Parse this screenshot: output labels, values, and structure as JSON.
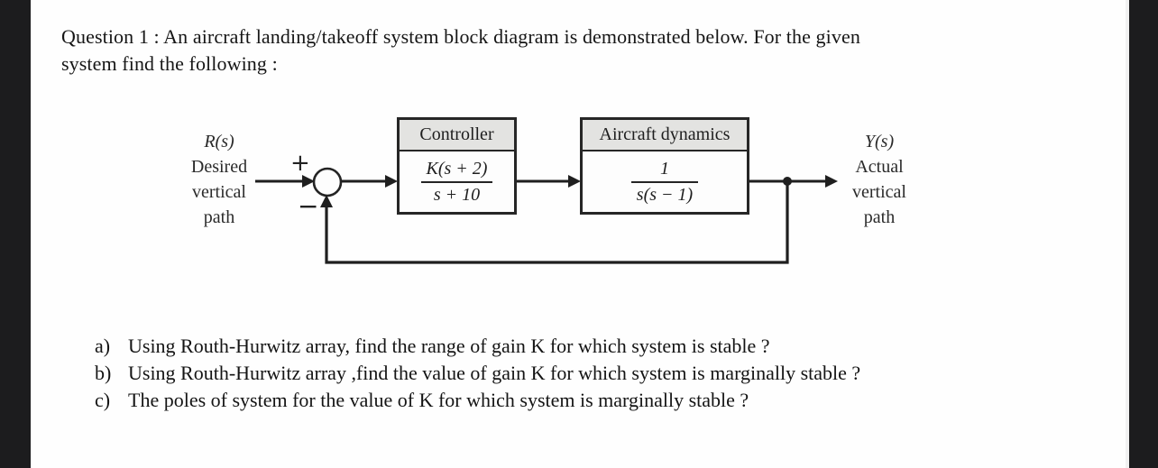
{
  "question": {
    "line1": "Question 1 :  An aircraft landing/takeoff system block diagram is demonstrated below. For the given",
    "line2": "system find the following :"
  },
  "diagram": {
    "input_label": {
      "symbol": "R(s)",
      "line1": "Desired",
      "line2": "vertical",
      "line3": "path"
    },
    "output_label": {
      "symbol": "Y(s)",
      "line1": "Actual",
      "line2": "vertical",
      "line3": "path"
    },
    "summing_junction": {
      "plus": "+",
      "minus": "−"
    },
    "blocks": [
      {
        "title": "Controller",
        "numerator": "K(s + 2)",
        "denominator": "s + 10"
      },
      {
        "title": "Aircraft dynamics",
        "numerator": "1",
        "denominator": "s(s − 1)"
      }
    ]
  },
  "subquestions": [
    {
      "label": "a)",
      "text": "Using Routh-Hurwitz array, find the range of gain K for which system is stable ?"
    },
    {
      "label": "b)",
      "text": "Using Routh-Hurwitz array ,find the value of gain K for which system is marginally stable ?"
    },
    {
      "label": "c)",
      "text": "The poles of system for the value of K for which system is marginally stable ?"
    }
  ],
  "colors": {
    "side_bar": "#1c1c1e",
    "line": "#1f1f1f",
    "block_header_fill": "#e3e3e1",
    "background": "#fefefe"
  }
}
